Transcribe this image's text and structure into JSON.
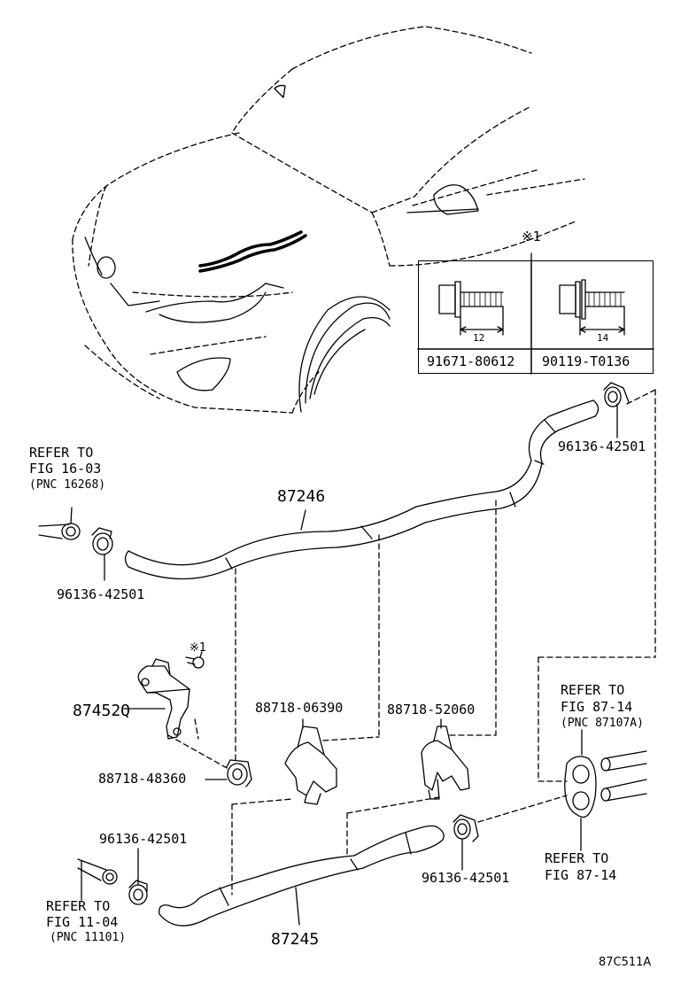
{
  "diagram": {
    "parts": {
      "hose_upper": "87246",
      "hose_lower": "87245",
      "bracket": "87452Q",
      "clamp_a": "88718-06390",
      "clamp_b": "88718-52060",
      "clamp_c": "88718-48360",
      "hose_clip_top_right": "96136-42501",
      "hose_clip_left": "96136-42501",
      "hose_clip_lower_left": "96136-42501",
      "hose_clip_lower_right": "96136-42501"
    },
    "bolt_table": {
      "mark": "※1",
      "bolt1_dim": "12",
      "bolt2_dim": "14",
      "bolt1_part": "91671-80612",
      "bolt2_part": "90119-T0136"
    },
    "bolt_ref_mark": "※1",
    "refs": {
      "ref_1603_l1": "REFER TO",
      "ref_1603_l2": "FIG 16-03",
      "ref_1603_l3": "(PNC 16268)",
      "ref_8714a_l1": "REFER TO",
      "ref_8714a_l2": "FIG 87-14",
      "ref_8714a_l3": "(PNC 87107A)",
      "ref_8714b_l1": "REFER TO",
      "ref_8714b_l2": "FIG 87-14",
      "ref_1104_l1": "REFER TO",
      "ref_1104_l2": "FIG 11-04",
      "ref_1104_l3": "(PNC 11101)"
    },
    "figure_id": "87C511A"
  }
}
